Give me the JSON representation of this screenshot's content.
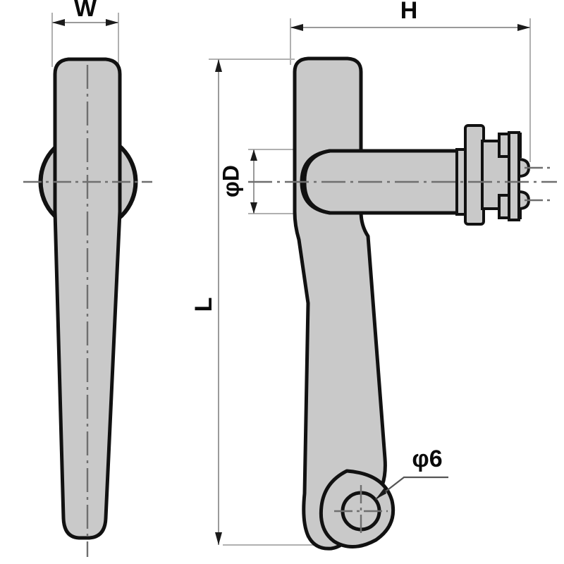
{
  "drawing": {
    "title": "Handle assembly dimensional drawing",
    "background_color": "#ffffff",
    "part_fill_color": "#c9c9c9",
    "outline_color": "#111111",
    "dimension_line_color": "#9a9a9a",
    "centerline_color": "#6f6f6f"
  },
  "views": {
    "front": {
      "name": "front-view",
      "description": "Narrow elevation of handle showing width and circular boss"
    },
    "side": {
      "name": "side-view",
      "description": "Side elevation of handle showing height, hub, mounting plate and screws"
    }
  },
  "dimensions": {
    "width": {
      "label": "W",
      "view": "front-view",
      "orientation": "horizontal",
      "position": "top"
    },
    "length": {
      "label": "L",
      "view": "side-view",
      "orientation": "vertical",
      "position": "left",
      "rotation_deg": -90
    },
    "height": {
      "label": "H",
      "view": "side-view",
      "orientation": "horizontal",
      "position": "top"
    },
    "hub_diameter": {
      "label": "φD",
      "view": "side-view",
      "orientation": "vertical",
      "position": "left-inner",
      "rotation_deg": -90
    },
    "hole_diameter": {
      "label": "φ6",
      "view": "side-view",
      "orientation": "leader",
      "position": "bottom-right"
    }
  },
  "features": {
    "boss": "circular-boss",
    "hub": "cylindrical-hub",
    "mounting_plate": "mounting-plate",
    "screws": [
      "upper-screw",
      "lower-screw"
    ],
    "pivot_hole": "pivot-hole"
  }
}
